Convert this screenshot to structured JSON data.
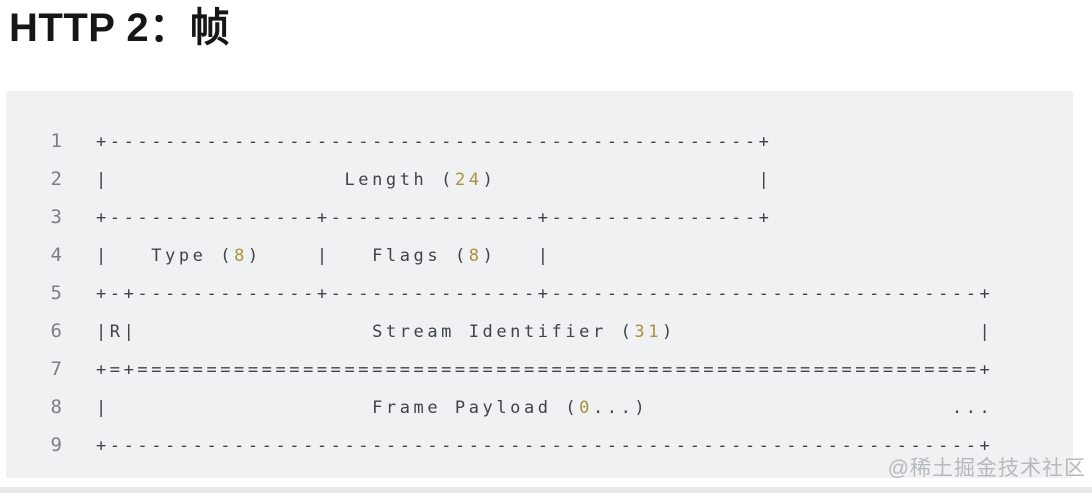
{
  "title": "HTTP 2：帧",
  "watermark": "@稀土掘金技术社区",
  "colors": {
    "page_bg": "#ffffff",
    "block_bg": "#eff1f2",
    "title_text": "#161616",
    "line_number": "#7a8085",
    "code_text": "#3e4449",
    "code_number": "#a8923e",
    "watermark_text": "#b6babd",
    "bottom_strip": "#e7e9ea"
  },
  "code_block": {
    "language": "ascii-frame-diagram",
    "lines": [
      {
        "no": "1",
        "segments": [
          {
            "text": "+-----------------------------------------------+",
            "type": "plain"
          }
        ]
      },
      {
        "no": "2",
        "segments": [
          {
            "text": "|                 Length (",
            "type": "plain"
          },
          {
            "text": "24",
            "type": "number"
          },
          {
            "text": ")                   |",
            "type": "plain"
          }
        ]
      },
      {
        "no": "3",
        "segments": [
          {
            "text": "+---------------+---------------+---------------+",
            "type": "plain"
          }
        ]
      },
      {
        "no": "4",
        "segments": [
          {
            "text": "|   Type (",
            "type": "plain"
          },
          {
            "text": "8",
            "type": "number"
          },
          {
            "text": ")    |   Flags (",
            "type": "plain"
          },
          {
            "text": "8",
            "type": "number"
          },
          {
            "text": ")   |",
            "type": "plain"
          }
        ]
      },
      {
        "no": "5",
        "segments": [
          {
            "text": "+-+-------------+---------------+-------------------------------+",
            "type": "plain"
          }
        ]
      },
      {
        "no": "6",
        "segments": [
          {
            "text": "|R|                 Stream Identifier (",
            "type": "plain"
          },
          {
            "text": "31",
            "type": "number"
          },
          {
            "text": ")                      |",
            "type": "plain"
          }
        ]
      },
      {
        "no": "7",
        "segments": [
          {
            "text": "+=+=============================================================+",
            "type": "plain"
          }
        ]
      },
      {
        "no": "8",
        "segments": [
          {
            "text": "|                   Frame Payload (",
            "type": "plain"
          },
          {
            "text": "0",
            "type": "number"
          },
          {
            "text": "...)                      ...",
            "type": "plain"
          }
        ]
      },
      {
        "no": "9",
        "segments": [
          {
            "text": "+---------------------------------------------------------------+",
            "type": "plain"
          }
        ]
      }
    ]
  }
}
